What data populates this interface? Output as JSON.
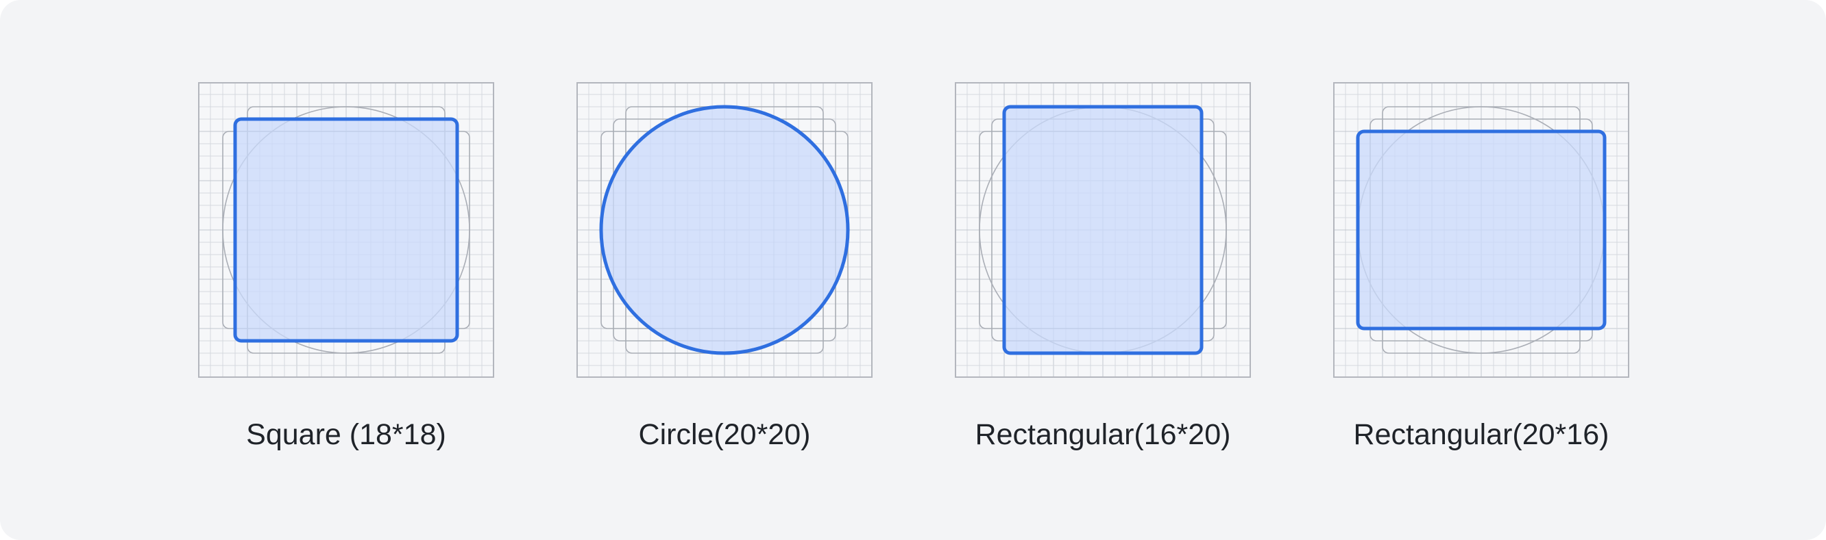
{
  "shapes": [
    {
      "caption": "Square (18*18)",
      "shape": "square",
      "grid_units": [
        18,
        18
      ],
      "corner": "rounded"
    },
    {
      "caption": "Circle(20*20)",
      "shape": "circle",
      "grid_units": [
        20,
        20
      ],
      "corner": "round"
    },
    {
      "caption": "Rectangular(16*20)",
      "shape": "rectangle",
      "grid_units": [
        16,
        20
      ],
      "corner": "rounded"
    },
    {
      "caption": "Rectangular(20*16)",
      "shape": "rectangle",
      "grid_units": [
        20,
        16
      ],
      "corner": "rounded"
    }
  ],
  "grid": {
    "cells": 24,
    "major_every": 4
  },
  "colors": {
    "background": "#f3f4f6",
    "grid_line": "#d5d8de",
    "grid_major": "#c3c7ce",
    "guide": "#a9adb5",
    "highlight_stroke": "#2f6fe0",
    "highlight_fill": "#c9dafb",
    "caption_text": "#1f2329"
  }
}
